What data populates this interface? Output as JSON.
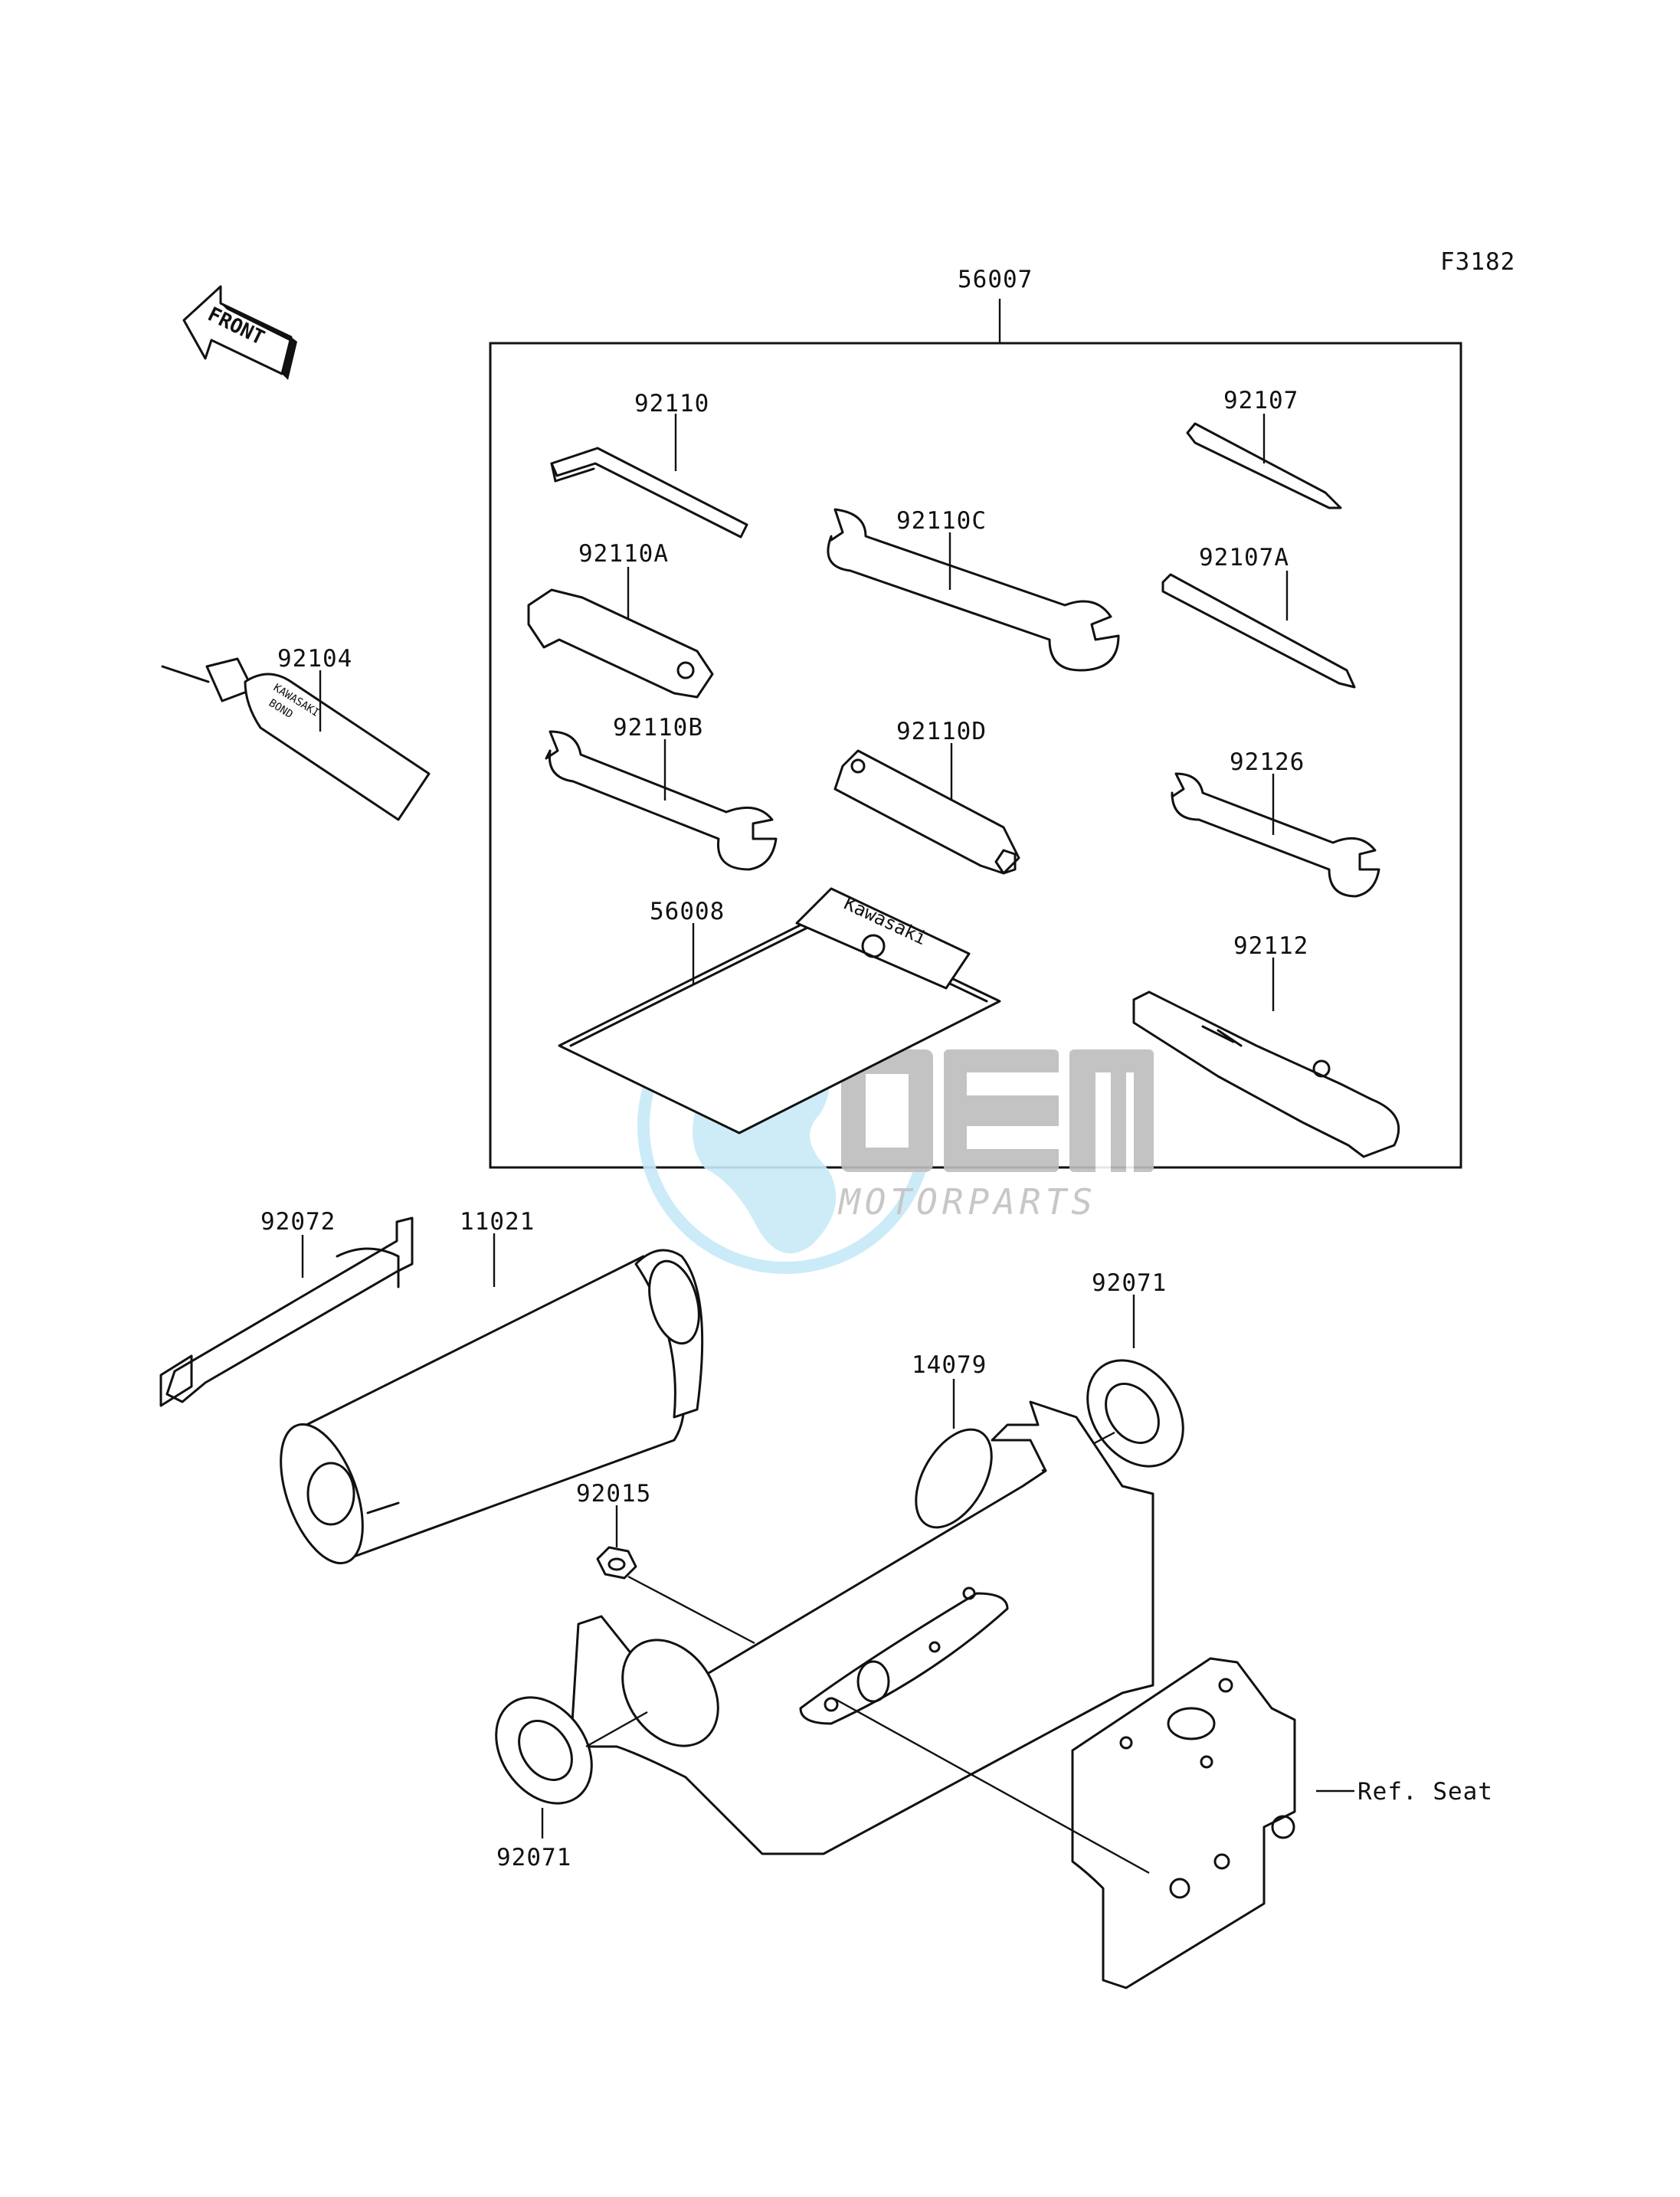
{
  "figure_code": "F3182",
  "front_indicator": "FRONT",
  "kit_label": "56007",
  "tube_print": [
    "KAWASAKI",
    "BOND"
  ],
  "pouch_print": "Kawasaki",
  "parts": {
    "p92110": "92110",
    "p92107": "92107",
    "p92110C": "92110C",
    "p92110A": "92110A",
    "p92107A": "92107A",
    "p92104": "92104",
    "p92110B": "92110B",
    "p92110D": "92110D",
    "p92126": "92126",
    "p56008": "56008",
    "p92112": "92112",
    "p92072": "92072",
    "p11021": "11021",
    "p92071_top": "92071",
    "p14079": "14079",
    "p92015": "92015",
    "p92071_bottom": "92071",
    "ref_seat": "Ref. Seat"
  },
  "watermark": {
    "logo": "OEM",
    "text": "MOTORPARTS",
    "colors": {
      "globe": "#bfe6f7",
      "letters": "#b9b9b9"
    }
  },
  "colors": {
    "ink": "#111111",
    "paper": "#ffffff"
  }
}
